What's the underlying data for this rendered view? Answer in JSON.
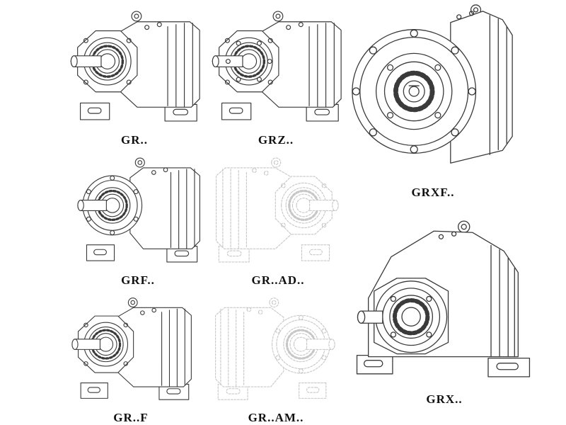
{
  "page": {
    "background": "#ffffff",
    "ink_color": "#3a3a3a",
    "ghost_color": "#c7c7c7",
    "description_visible_text_only": true
  },
  "drawings": [
    {
      "label": "GR..",
      "icon": "foot-mounted-helical-gearbox-drawing",
      "style": "solid"
    },
    {
      "label": "GRZ..",
      "icon": "foot-mounted-helical-gearbox-drawing",
      "style": "solid"
    },
    {
      "label": "GRXF..",
      "icon": "large-flange-mounted-gearbox-front-drawing",
      "style": "solid"
    },
    {
      "label": "GRF..",
      "icon": "flange-mounted-helical-gearbox-drawing",
      "style": "solid"
    },
    {
      "label": "GR..AD..",
      "icon": "gearbox-with-input-shaft-adapter-drawing",
      "style": "ghost"
    },
    {
      "label": "GRX..",
      "icon": "large-foot-mounted-gearbox-drawing",
      "style": "solid"
    },
    {
      "label": "GR..F",
      "icon": "foot-mounted-helical-gearbox-drawing",
      "style": "solid"
    },
    {
      "label": "GR..AM..",
      "icon": "gearbox-with-motor-adapter-flange-drawing",
      "style": "ghost"
    }
  ]
}
